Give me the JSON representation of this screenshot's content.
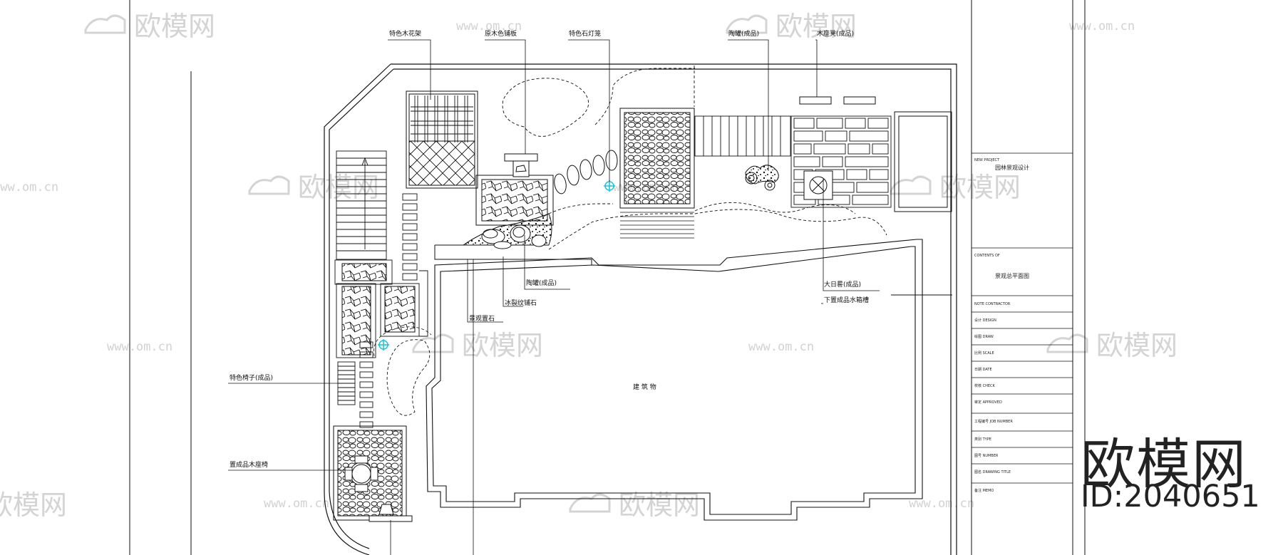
{
  "labels": {
    "flower_frame": "特色木花架",
    "wood_deck": "原木色铺板",
    "stone_lantern": "特色石灯笼",
    "ceramic_pot": "陶罐(成品)",
    "wood_bench": "木座凳(成品)",
    "stone_pavement": "冰裂纹铺石",
    "garden_stone": "景观置石",
    "ceramic_pot_2": "陶罐(成品)",
    "sundial": "大日晷(成品)",
    "water_sink": "下置成品水箱槽",
    "special_chair": "特色椅子(成品)",
    "seating_area": "置成品木座椅",
    "building": "建 筑 物"
  },
  "title_block": {
    "project_cn": "NEW PROJECT",
    "project_name": "园林景观设计",
    "drawing_cn": "CONTENTS OF",
    "drawing_name": "景观总平面图",
    "rows": [
      "NOTE CONTRACTOR",
      "设计 DESIGN",
      "绘图 DRAW",
      "比例 SCALE",
      "日期 DATE",
      "校核 CHECK",
      "审定 APPROVED",
      "工程编号 JOB NUMBER",
      "类别 TYPE",
      "图号 NUMBER",
      "图名 DRAWING TITLE",
      "备注 MEMO"
    ]
  },
  "watermark": {
    "text": "欧模网",
    "url": "www.om.cn"
  },
  "brand": {
    "logo": "欧模网",
    "id": "ID:2040651"
  },
  "colors": {
    "line": "#1a1a1a",
    "accent_cyan": "#19c6d6",
    "watermark": "#d4d4d4"
  }
}
